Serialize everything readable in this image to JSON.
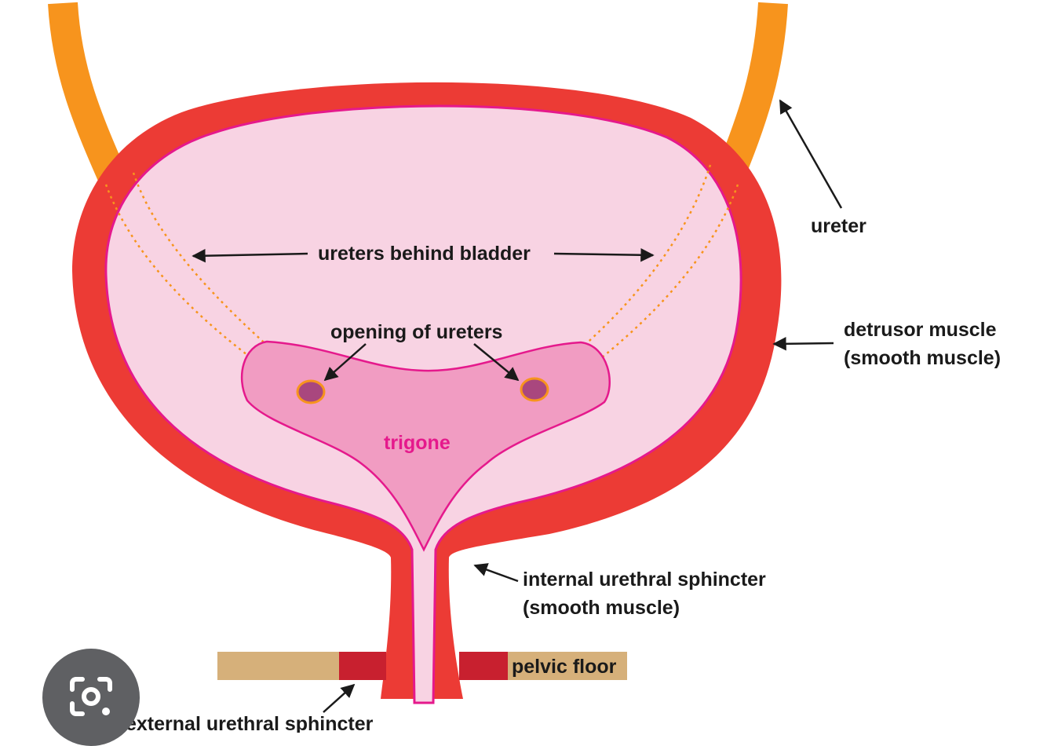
{
  "colors": {
    "ureter": "#f7941d",
    "detrusor": "#ec3b35",
    "bladder_lumen": "#f8d3e3",
    "bladder_edge": "#e5198c",
    "trigone": "#f19cc2",
    "ureter_opening": "#a9477e",
    "pelvic_floor": "#d6b07a",
    "external_sphincter": "#c8202f",
    "arrow": "#1a1a1a",
    "lens_button": "#5f6063"
  },
  "labels": {
    "ureter": "ureter",
    "ureters_behind_bladder": "ureters behind bladder",
    "opening_of_ureters": "opening of ureters",
    "detrusor_muscle": "detrusor muscle",
    "detrusor_muscle_type": "(smooth muscle)",
    "trigone": "trigone",
    "internal_urethral_sphincter": "internal urethral sphincter",
    "internal_urethral_sphincter_type": "(smooth muscle)",
    "pelvic_floor": "pelvic floor",
    "external_urethral_sphincter": "external urethral sphincter"
  },
  "overlay": {
    "icon": "camera-search-icon"
  }
}
